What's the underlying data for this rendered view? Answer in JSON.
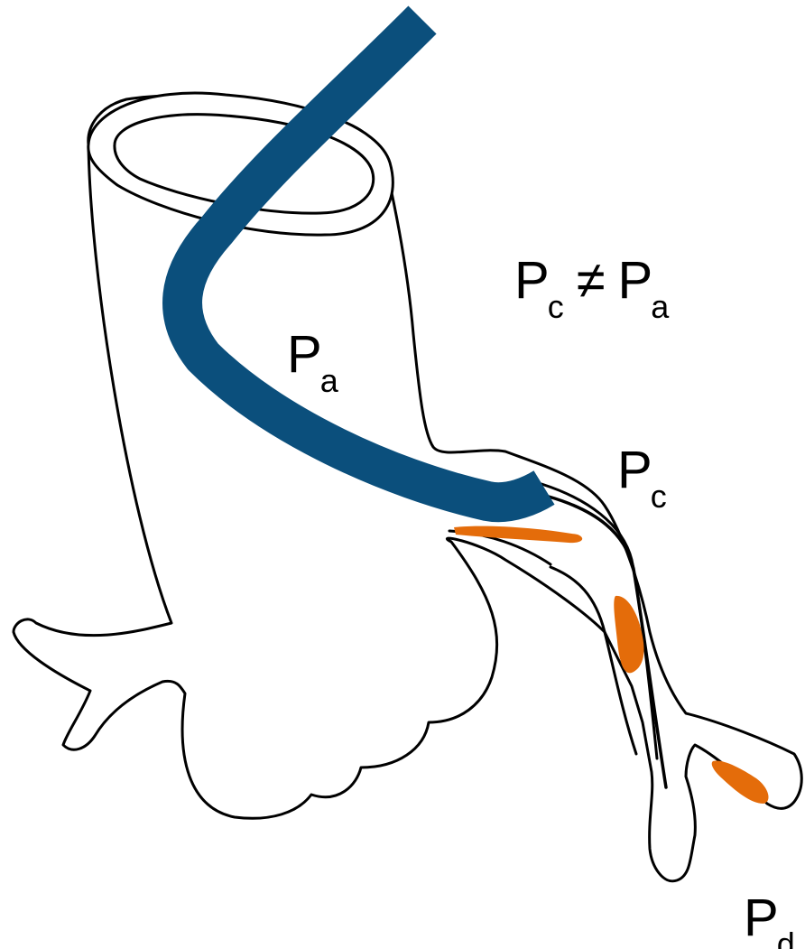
{
  "labels": {
    "pa": {
      "main": "P",
      "sub": "a"
    },
    "pc": {
      "main": "P",
      "sub": "c"
    },
    "pd": {
      "main": "P",
      "sub": "d"
    },
    "equation": {
      "left_main": "P",
      "left_sub": "c",
      "operator": "≠",
      "right_main": "P",
      "right_sub": "a"
    }
  },
  "colors": {
    "catheter": "#0b4f7c",
    "plaque": "#e46c0a",
    "outline": "#000000",
    "background": "#ffffff"
  }
}
